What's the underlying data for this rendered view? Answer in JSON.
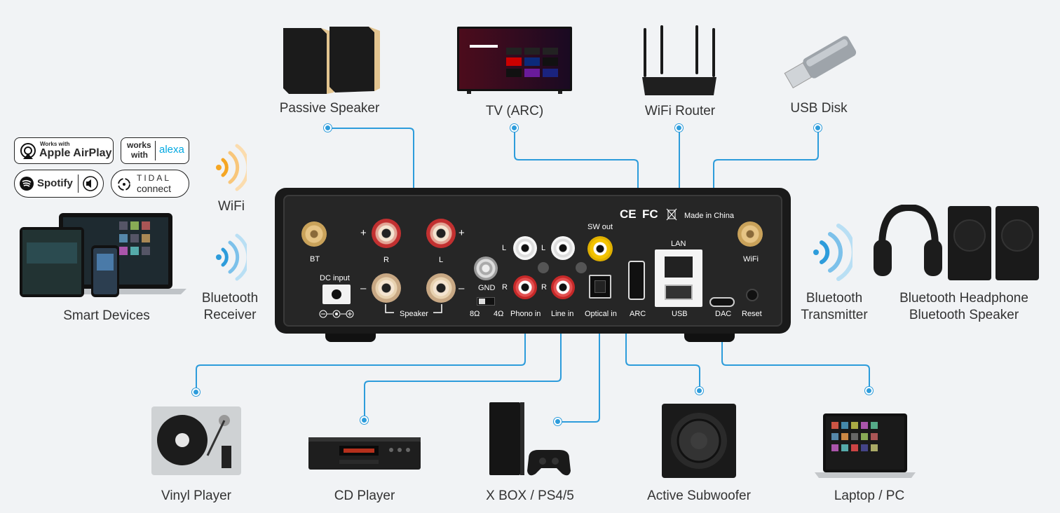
{
  "labels": {
    "passive_speaker": "Passive Speaker",
    "tv": "TV (ARC)",
    "wifi_router": "WiFi Router",
    "usb_disk": "USB Disk",
    "wifi": "WiFi",
    "bluetooth_receiver_1": "Bluetooth",
    "bluetooth_receiver_2": "Receiver",
    "smart_devices": "Smart Devices",
    "bluetooth_transmitter_1": "Bluetooth",
    "bluetooth_transmitter_2": "Transmitter",
    "bt_headphone_1": "Bluetooth Headphone",
    "bt_headphone_2": "Bluetooth Speaker",
    "vinyl": "Vinyl Player",
    "cd": "CD Player",
    "console": "X BOX / PS4/5",
    "subwoofer": "Active Subwoofer",
    "laptop": "Laptop / PC"
  },
  "badges": {
    "airplay_top": "Works with",
    "airplay_main": "Apple AirPlay",
    "alexa_left_1": "works",
    "alexa_left_2": "with",
    "alexa_right": "alexa",
    "spotify": "Spotify",
    "tidal_1": "TIDAL",
    "tidal_2": "connect"
  },
  "panel": {
    "bt": "BT",
    "wifi": "WiFi",
    "dc_input": "DC input",
    "speaker": "Speaker",
    "r": "R",
    "l": "L",
    "plus": "+",
    "minus": "–",
    "gnd": "GND",
    "ohm8": "8Ω",
    "ohm4": "4Ω",
    "phono_in": "Phono in",
    "line_in": "Line in",
    "optical_in": "Optical in",
    "sw_out": "SW out",
    "arc": "ARC",
    "lan": "LAN",
    "usb": "USB",
    "dac": "DAC",
    "reset": "Reset",
    "made_in": "Made in China",
    "ce": "CE",
    "fc": "FC"
  },
  "colors": {
    "wire": "#2d9cdb",
    "wifi_wave": "#f5a623",
    "bt_wave": "#2d9cdb",
    "panel": "#1a1a1a",
    "rca_red": "#d62b2b",
    "rca_gold": "#e8c9a0",
    "rca_white": "#f4f4f4",
    "rca_yellow": "#f3c300"
  }
}
